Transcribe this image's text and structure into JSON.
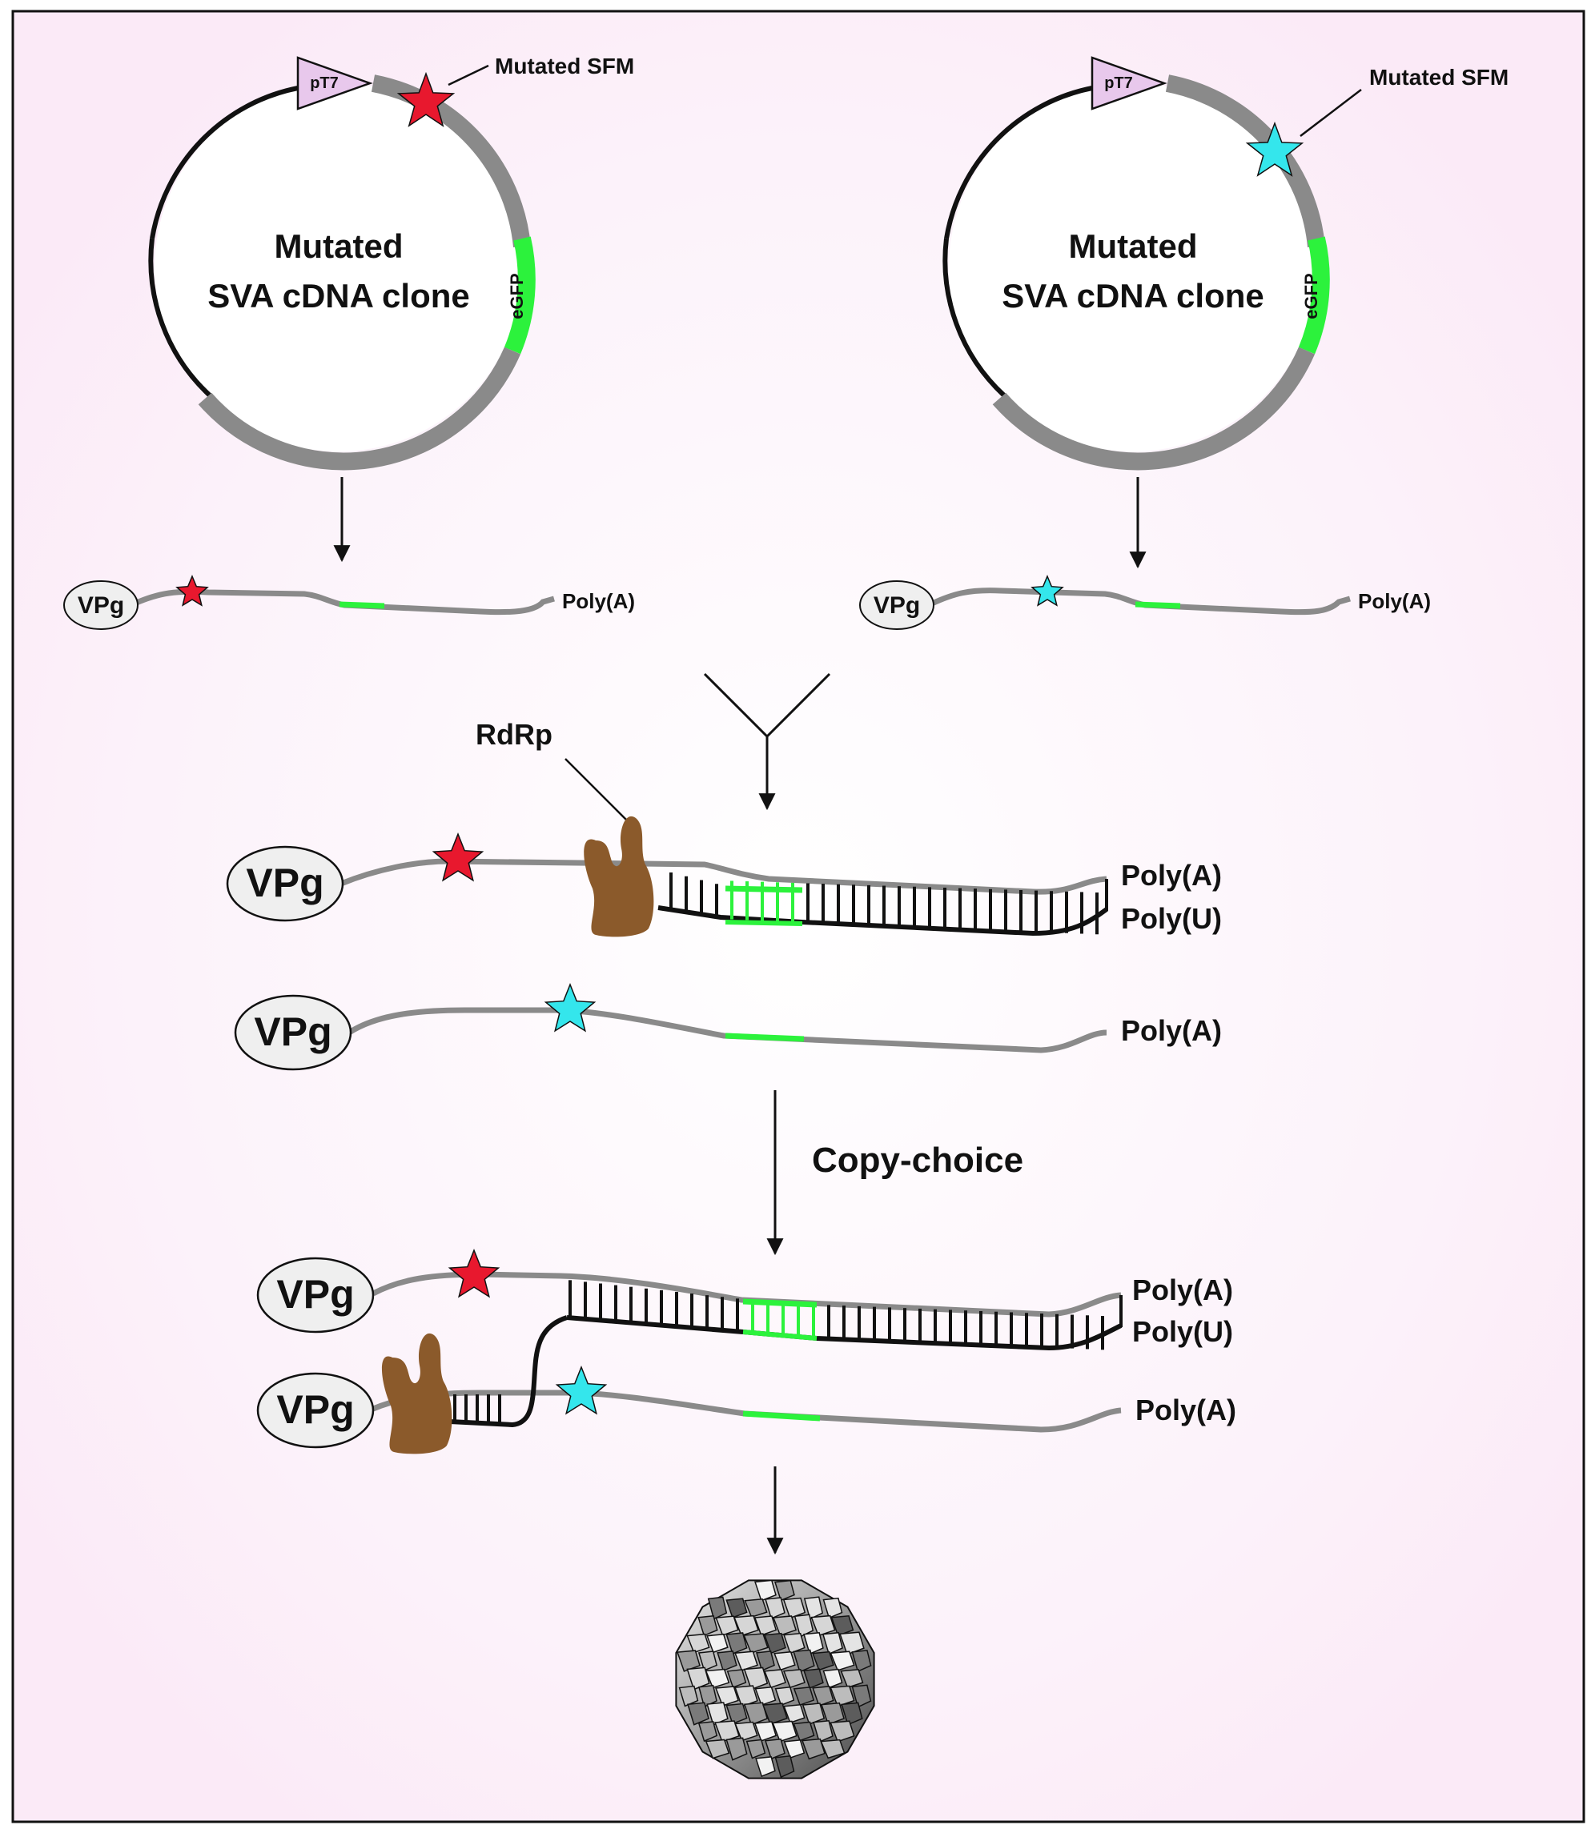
{
  "colors": {
    "background": "#fdf1fa",
    "rna_strand": "#8a8a8a",
    "egfp": "#2cf23c",
    "star_red": "#e8182e",
    "star_cyan": "#34e6ec",
    "rdrp": "#8b5a2b",
    "promoter": "#e8c8ec",
    "vpg_fill": "#efefef"
  },
  "icons": [
    "star-icon",
    "rdrp-polymerase-icon",
    "virion-capsid-icon",
    "promoter-arrow-icon"
  ],
  "plasmids": [
    {
      "title_line1": "Mutated",
      "title_line2": "SVA cDNA clone",
      "promoter": "pT7",
      "gene": "eGFP",
      "mutation_label": "Mutated SFM"
    },
    {
      "title_line1": "Mutated",
      "title_line2": "SVA cDNA clone",
      "promoter": "pT7",
      "gene": "eGFP",
      "mutation_label": "Mutated SFM"
    }
  ],
  "transcripts": [
    {
      "cap": "VPg",
      "tail": "Poly(A)"
    },
    {
      "cap": "VPg",
      "tail": "Poly(A)"
    }
  ],
  "replication": {
    "enzyme_label": "RdRp",
    "top": {
      "cap": "VPg",
      "tail_plus": "Poly(A)",
      "tail_minus": "Poly(U)"
    },
    "bottom": {
      "cap": "VPg",
      "tail": "Poly(A)"
    }
  },
  "recombination": {
    "step_label": "Copy-choice",
    "top": {
      "cap": "VPg",
      "tail_plus": "Poly(A)",
      "tail_minus": "Poly(U)"
    },
    "bottom": {
      "cap": "VPg",
      "tail": "Poly(A)"
    }
  }
}
